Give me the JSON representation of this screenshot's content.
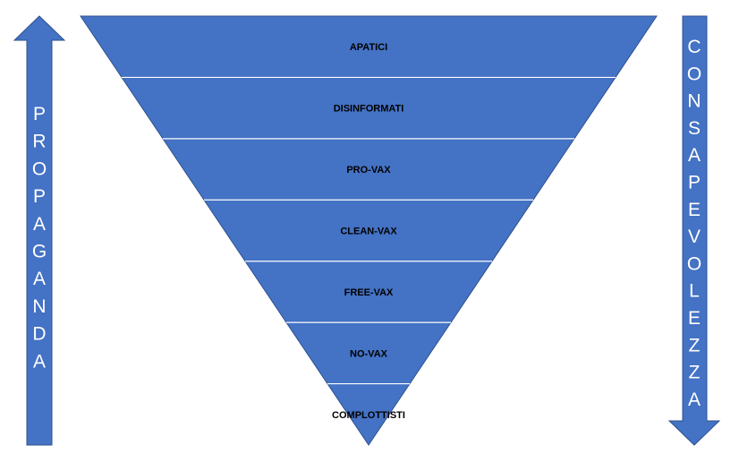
{
  "colors": {
    "fill": "#4472C4",
    "outline": "#2F528F",
    "separator": "#ffffff",
    "label": "#000000",
    "arrow_text": "#ffffff"
  },
  "pyramid": {
    "layers": [
      "APATICI",
      "DISINFORMATI",
      "PRO-VAX",
      "CLEAN-VAX",
      "FREE-VAX",
      "NO-VAX",
      "COMPLOTTISTI"
    ]
  },
  "left_arrow": {
    "direction": "up",
    "text": "PROPAGANDA"
  },
  "right_arrow": {
    "direction": "down",
    "text": "CONSAPEVOLEZZA"
  }
}
